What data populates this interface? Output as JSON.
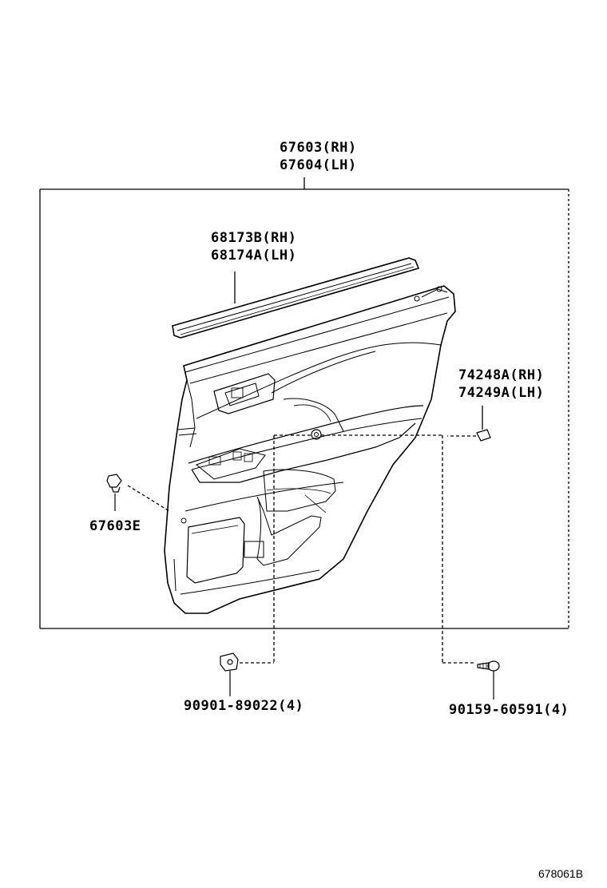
{
  "labels": {
    "main_part_rh": "67603(RH)",
    "main_part_lh": "67604(LH)",
    "weatherstrip_rh": "68173B(RH)",
    "weatherstrip_lh": "68174A(LH)",
    "cap_rh": "74248A(RH)",
    "cap_lh": "74249A(LH)",
    "clip": "67603E",
    "nut": "90901-89022(4)",
    "screw": "90159-60591(4)"
  },
  "reference": "678061B"
}
